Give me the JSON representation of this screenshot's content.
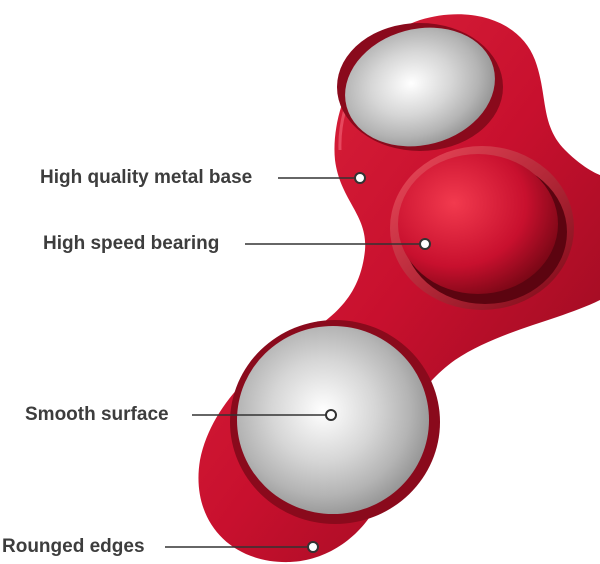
{
  "callouts": [
    {
      "id": "metal-base",
      "label": "High quality metal base"
    },
    {
      "id": "bearing",
      "label": "High speed bearing"
    },
    {
      "id": "surface",
      "label": "Smooth surface"
    },
    {
      "id": "edges",
      "label": "Rounged edges"
    }
  ],
  "colors": {
    "body_red": "#c8102e",
    "body_dark": "#8a0a1c",
    "metal": "#d9d9d9",
    "label_text": "#3d3d3d",
    "leader_line": "#333333"
  }
}
